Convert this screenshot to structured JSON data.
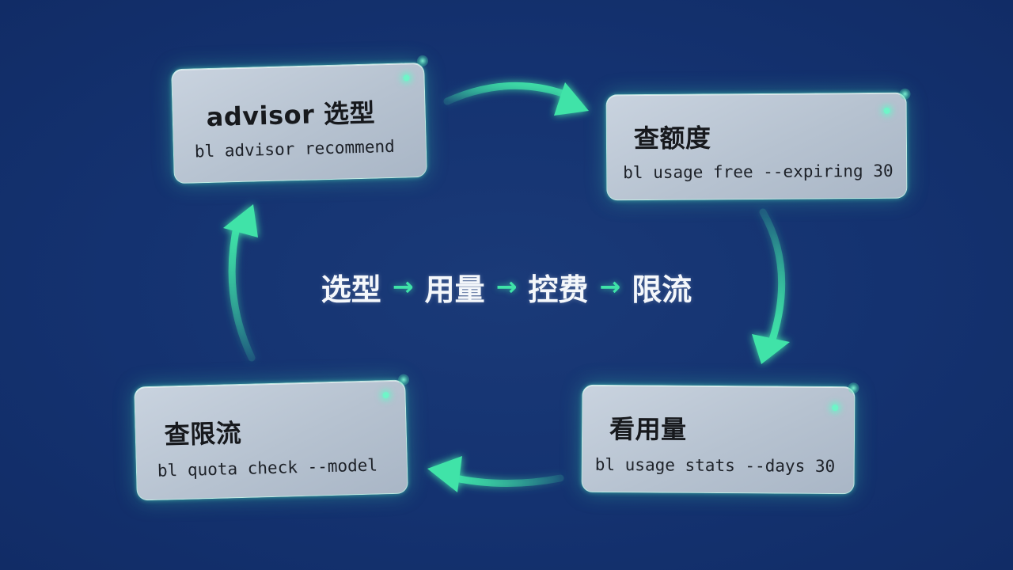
{
  "cycle": {
    "steps": [
      "选型",
      "用量",
      "控费",
      "限流"
    ],
    "separator": "→"
  },
  "cards": {
    "advisor": {
      "title": "advisor 选型",
      "command": "bl advisor recommend"
    },
    "quota": {
      "title": "查额度",
      "command": "bl usage free --expiring 30"
    },
    "usage": {
      "title": "看用量",
      "command": "bl usage stats --days 30"
    },
    "ratelimit": {
      "title": "查限流",
      "command": "bl quota check --model"
    }
  },
  "colors": {
    "background": "#143270",
    "accent": "#3fe3a8",
    "card": "#bcc7d4"
  }
}
